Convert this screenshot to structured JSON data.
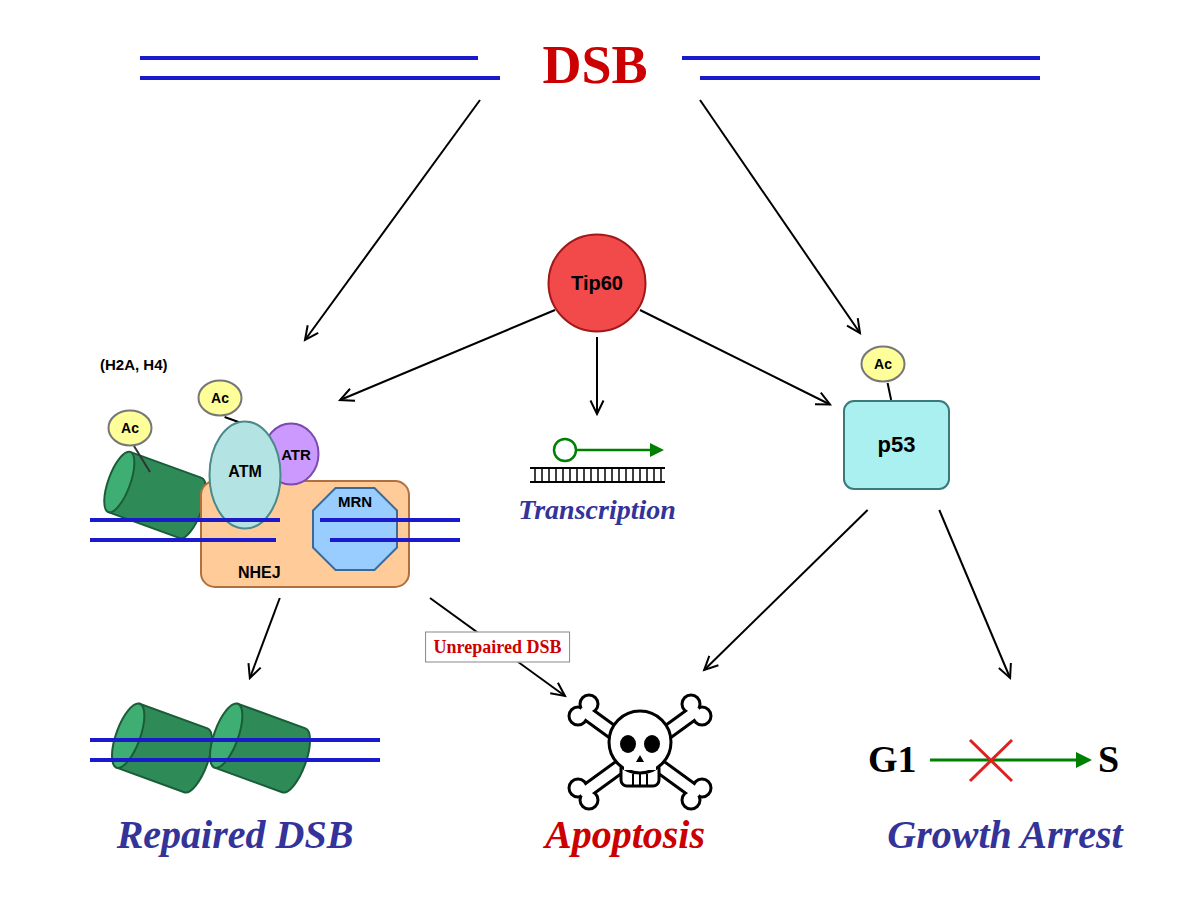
{
  "diagram": {
    "nodes": [
      {
        "text": [
          "DSB"
        ]
      },
      {
        "text": [
          "Tip60"
        ]
      },
      {
        "text": [
          "NHEJ"
        ]
      },
      {
        "text": [
          "ATM"
        ],
        "in": 2
      },
      {
        "text": [
          "ATR"
        ],
        "in": 2
      },
      {
        "text": [
          "MRN"
        ],
        "in": 2
      },
      {
        "text": [
          "Ac"
        ]
      },
      {
        "text": [
          "Ac"
        ]
      },
      {
        "text": [
          "Transcription"
        ]
      },
      {
        "text": [
          "p53"
        ]
      },
      {
        "text": [
          "Ac"
        ]
      },
      {
        "text": [
          "Repaired DSB"
        ]
      },
      {
        "text": [
          "Apoptosis"
        ]
      },
      {
        "text": [
          "Growth Arrest"
        ]
      }
    ],
    "edges": [
      {
        "from": 0,
        "to": 2,
        "arrow": "to"
      },
      {
        "from": 0,
        "to": 9,
        "arrow": "to"
      },
      {
        "from": 1,
        "to": 2,
        "arrow": "to"
      },
      {
        "from": 1,
        "to": 8,
        "arrow": "to"
      },
      {
        "from": 1,
        "to": 9,
        "arrow": "to"
      },
      {
        "from": 2,
        "to": 11,
        "arrow": "to"
      },
      {
        "from": 2,
        "to": 12,
        "label": "Unrepaired DSB",
        "arrow": "to"
      },
      {
        "from": 9,
        "to": 12,
        "arrow": "to"
      },
      {
        "from": 9,
        "to": 13,
        "arrow": "to"
      },
      {
        "from": 7,
        "to": 3,
        "arrow": "none"
      },
      {
        "from": 10,
        "to": 9,
        "arrow": "none"
      }
    ],
    "labels": [
      "(H2A, H4)",
      "G1",
      "S"
    ]
  }
}
